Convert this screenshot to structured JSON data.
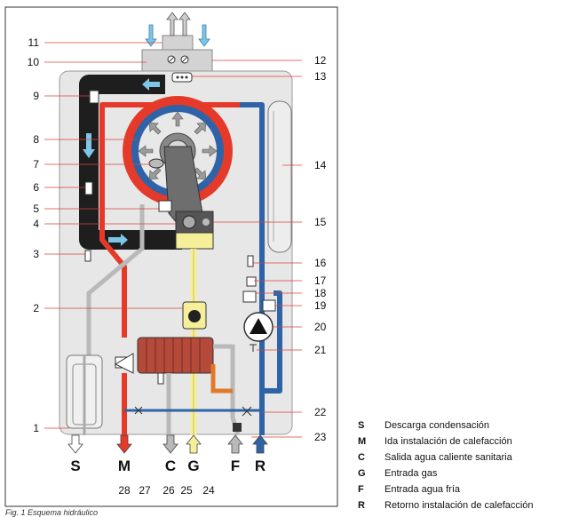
{
  "callouts_left": [
    {
      "n": "11"
    },
    {
      "n": "10"
    },
    {
      "n": "9"
    },
    {
      "n": "8"
    },
    {
      "n": "7"
    },
    {
      "n": "6"
    },
    {
      "n": "5"
    },
    {
      "n": "4"
    },
    {
      "n": "3"
    },
    {
      "n": "2"
    },
    {
      "n": "1"
    }
  ],
  "callouts_right": [
    {
      "n": "12"
    },
    {
      "n": "13"
    },
    {
      "n": "14"
    },
    {
      "n": "15"
    },
    {
      "n": "16"
    },
    {
      "n": "17"
    },
    {
      "n": "18"
    },
    {
      "n": "19"
    },
    {
      "n": "20"
    },
    {
      "n": "21"
    },
    {
      "n": "22"
    },
    {
      "n": "23"
    }
  ],
  "callouts_bottom": [
    {
      "n": "28"
    },
    {
      "n": "27"
    },
    {
      "n": "26"
    },
    {
      "n": "25"
    },
    {
      "n": "24"
    }
  ],
  "connections": [
    {
      "code": "S",
      "color": "#ffffff"
    },
    {
      "code": "M",
      "color": "#e53a2a"
    },
    {
      "code": "C",
      "color": "#b9b9b9"
    },
    {
      "code": "G",
      "color": "#f6ef9a"
    },
    {
      "code": "F",
      "color": "#b9b9b9"
    },
    {
      "code": "R",
      "color": "#2f63a8"
    }
  ],
  "legend": [
    {
      "key": "S",
      "text": "Descarga condensación"
    },
    {
      "key": "M",
      "text": "Ida instalación de calefacción"
    },
    {
      "key": "C",
      "text": "Salida agua caliente sanitaria"
    },
    {
      "key": "G",
      "text": "Entrada gas"
    },
    {
      "key": "F",
      "text": "Entrada agua fría"
    },
    {
      "key": "R",
      "text": "Retorno instalación de calefacción"
    }
  ],
  "caption": "Fig. 1 Esquema hidráulico",
  "colors": {
    "flow_red": "#e53a2a",
    "return_blue": "#2f63a8",
    "flue_black": "#1e1e1e",
    "gas_yellow": "#f6ef9a",
    "dhw_grey": "#b9b9b9",
    "air_blue": "#7ec6e8",
    "casing": "#e7e7e7"
  }
}
